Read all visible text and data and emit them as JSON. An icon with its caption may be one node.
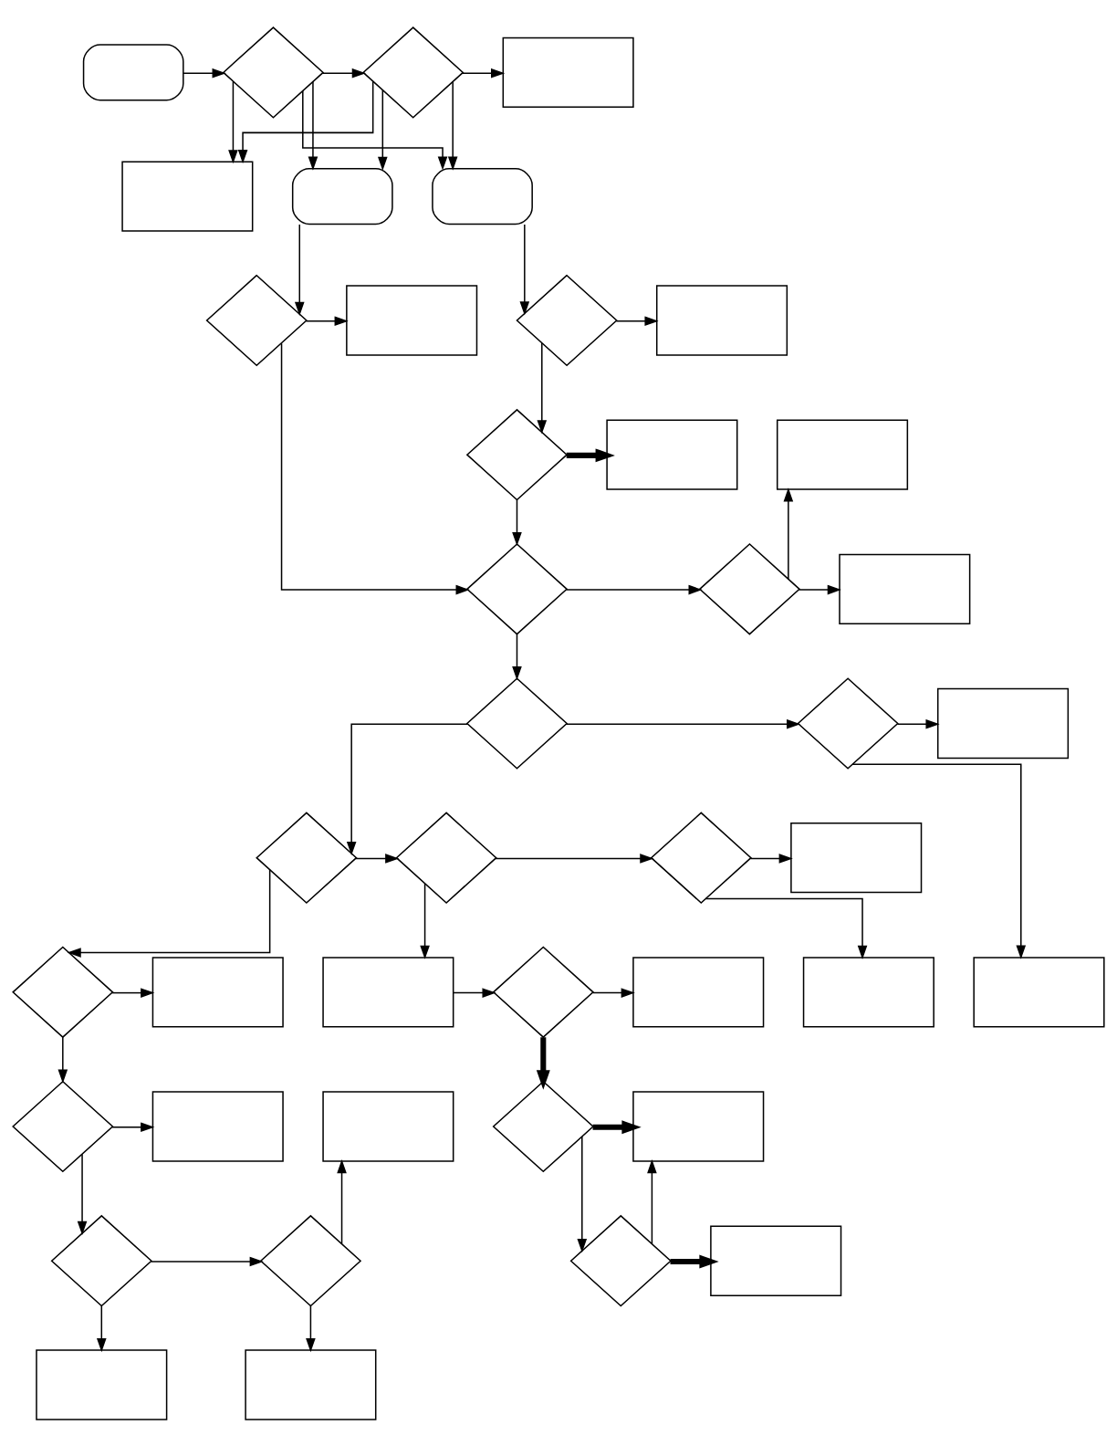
{
  "diagram": {
    "nodes": [
      {
        "text": [],
        "shape": "terminal"
      },
      {
        "text": [],
        "shape": "diamond"
      },
      {
        "text": [],
        "shape": "diamond"
      },
      {
        "text": [],
        "shape": "box"
      },
      {
        "text": [],
        "shape": "box"
      },
      {
        "text": [],
        "shape": "terminal"
      },
      {
        "text": [],
        "shape": "terminal"
      },
      {
        "text": [],
        "shape": "box"
      },
      {
        "text": [],
        "shape": "diamond"
      },
      {
        "text": [],
        "shape": "box"
      },
      {
        "text": [],
        "shape": "diamond"
      },
      {
        "text": [],
        "shape": "box"
      },
      {
        "text": [],
        "shape": "box"
      },
      {
        "text": [],
        "shape": "diamond"
      },
      {
        "text": [],
        "shape": "diamond"
      },
      {
        "text": [],
        "shape": "diamond"
      },
      {
        "text": [],
        "shape": "box"
      },
      {
        "text": [],
        "shape": "diamond"
      },
      {
        "text": [],
        "shape": "diamond"
      },
      {
        "text": [],
        "shape": "box"
      },
      {
        "text": [],
        "shape": "box"
      },
      {
        "text": [],
        "shape": "box"
      },
      {
        "text": [],
        "shape": "diamond"
      },
      {
        "text": [],
        "shape": "diamond"
      },
      {
        "text": [],
        "shape": "diamond"
      },
      {
        "text": [],
        "shape": "box"
      },
      {
        "text": [],
        "shape": "box"
      },
      {
        "text": [],
        "shape": "diamond"
      },
      {
        "text": [],
        "shape": "box"
      },
      {
        "text": [],
        "shape": "box"
      },
      {
        "text": [],
        "shape": "diamond"
      },
      {
        "text": [],
        "shape": "diamond"
      },
      {
        "text": [],
        "shape": "box"
      },
      {
        "text": [],
        "shape": "box"
      },
      {
        "text": [],
        "shape": "box"
      },
      {
        "text": [],
        "shape": "diamond"
      },
      {
        "text": [],
        "shape": "diamond"
      },
      {
        "text": [],
        "shape": "diamond"
      },
      {
        "text": [],
        "shape": "diamond"
      },
      {
        "text": [],
        "shape": "box"
      },
      {
        "text": [],
        "shape": "box"
      },
      {
        "text": [],
        "shape": "box"
      }
    ],
    "edges": [
      {
        "from": 0,
        "to": 1,
        "arrow": "to"
      },
      {
        "from": 1,
        "to": 2,
        "arrow": "to"
      },
      {
        "from": 2,
        "to": 3,
        "arrow": "to"
      },
      {
        "from": 1,
        "to": 5,
        "arrow": "to"
      },
      {
        "from": 1,
        "to": 6,
        "arrow": "to"
      },
      {
        "from": 1,
        "to": 4,
        "arrow": "to"
      },
      {
        "from": 2,
        "to": 5,
        "arrow": "to"
      },
      {
        "from": 2,
        "to": 6,
        "arrow": "to"
      },
      {
        "from": 2,
        "to": 4,
        "arrow": "to"
      },
      {
        "from": 5,
        "to": 8,
        "arrow": "to"
      },
      {
        "from": 6,
        "to": 10,
        "arrow": "to"
      },
      {
        "from": 10,
        "to": 7,
        "arrow": "to"
      },
      {
        "from": 8,
        "to": 9,
        "arrow": "to"
      },
      {
        "from": 8,
        "to": 13,
        "arrow": "to"
      },
      {
        "from": 13,
        "to": 11,
        "arrow": "to",
        "style": "thick"
      },
      {
        "from": 13,
        "to": 14,
        "arrow": "to"
      },
      {
        "from": 10,
        "to": 14,
        "arrow": "to"
      },
      {
        "from": 15,
        "to": 12,
        "arrow": "to"
      },
      {
        "from": 14,
        "to": 15,
        "arrow": "to"
      },
      {
        "from": 15,
        "to": 16,
        "arrow": "to"
      },
      {
        "from": 14,
        "to": 17,
        "arrow": "to"
      },
      {
        "from": 17,
        "to": 18,
        "arrow": "to"
      },
      {
        "from": 18,
        "to": 19,
        "arrow": "to"
      },
      {
        "from": 18,
        "to": 21,
        "arrow": "to"
      },
      {
        "from": 17,
        "to": 22,
        "arrow": "to"
      },
      {
        "from": 22,
        "to": 23,
        "arrow": "to"
      },
      {
        "from": 23,
        "to": 24,
        "arrow": "to"
      },
      {
        "from": 24,
        "to": 20,
        "arrow": "to"
      },
      {
        "from": 24,
        "to": 25,
        "arrow": "to"
      },
      {
        "from": 23,
        "to": 29,
        "arrow": "to"
      },
      {
        "from": 22,
        "to": 27,
        "arrow": "to"
      },
      {
        "from": 27,
        "to": 28,
        "arrow": "to"
      },
      {
        "from": 29,
        "to": 30,
        "arrow": "to"
      },
      {
        "from": 30,
        "to": 26,
        "arrow": "to"
      },
      {
        "from": 30,
        "to": 35,
        "arrow": "to",
        "style": "thick"
      },
      {
        "from": 27,
        "to": 31,
        "arrow": "to"
      },
      {
        "from": 31,
        "to": 32,
        "arrow": "to"
      },
      {
        "from": 35,
        "to": 34,
        "arrow": "to",
        "style": "thick"
      },
      {
        "from": 35,
        "to": 38,
        "arrow": "to"
      },
      {
        "from": 31,
        "to": 36,
        "arrow": "to"
      },
      {
        "from": 36,
        "to": 37,
        "arrow": "to"
      },
      {
        "from": 37,
        "to": 33,
        "arrow": "to"
      },
      {
        "from": 37,
        "to": 41,
        "arrow": "to"
      },
      {
        "from": 36,
        "to": 40,
        "arrow": "to"
      },
      {
        "from": 38,
        "to": 39,
        "arrow": "to",
        "style": "thick"
      },
      {
        "from": 38,
        "to": 34,
        "arrow": "to"
      }
    ]
  }
}
